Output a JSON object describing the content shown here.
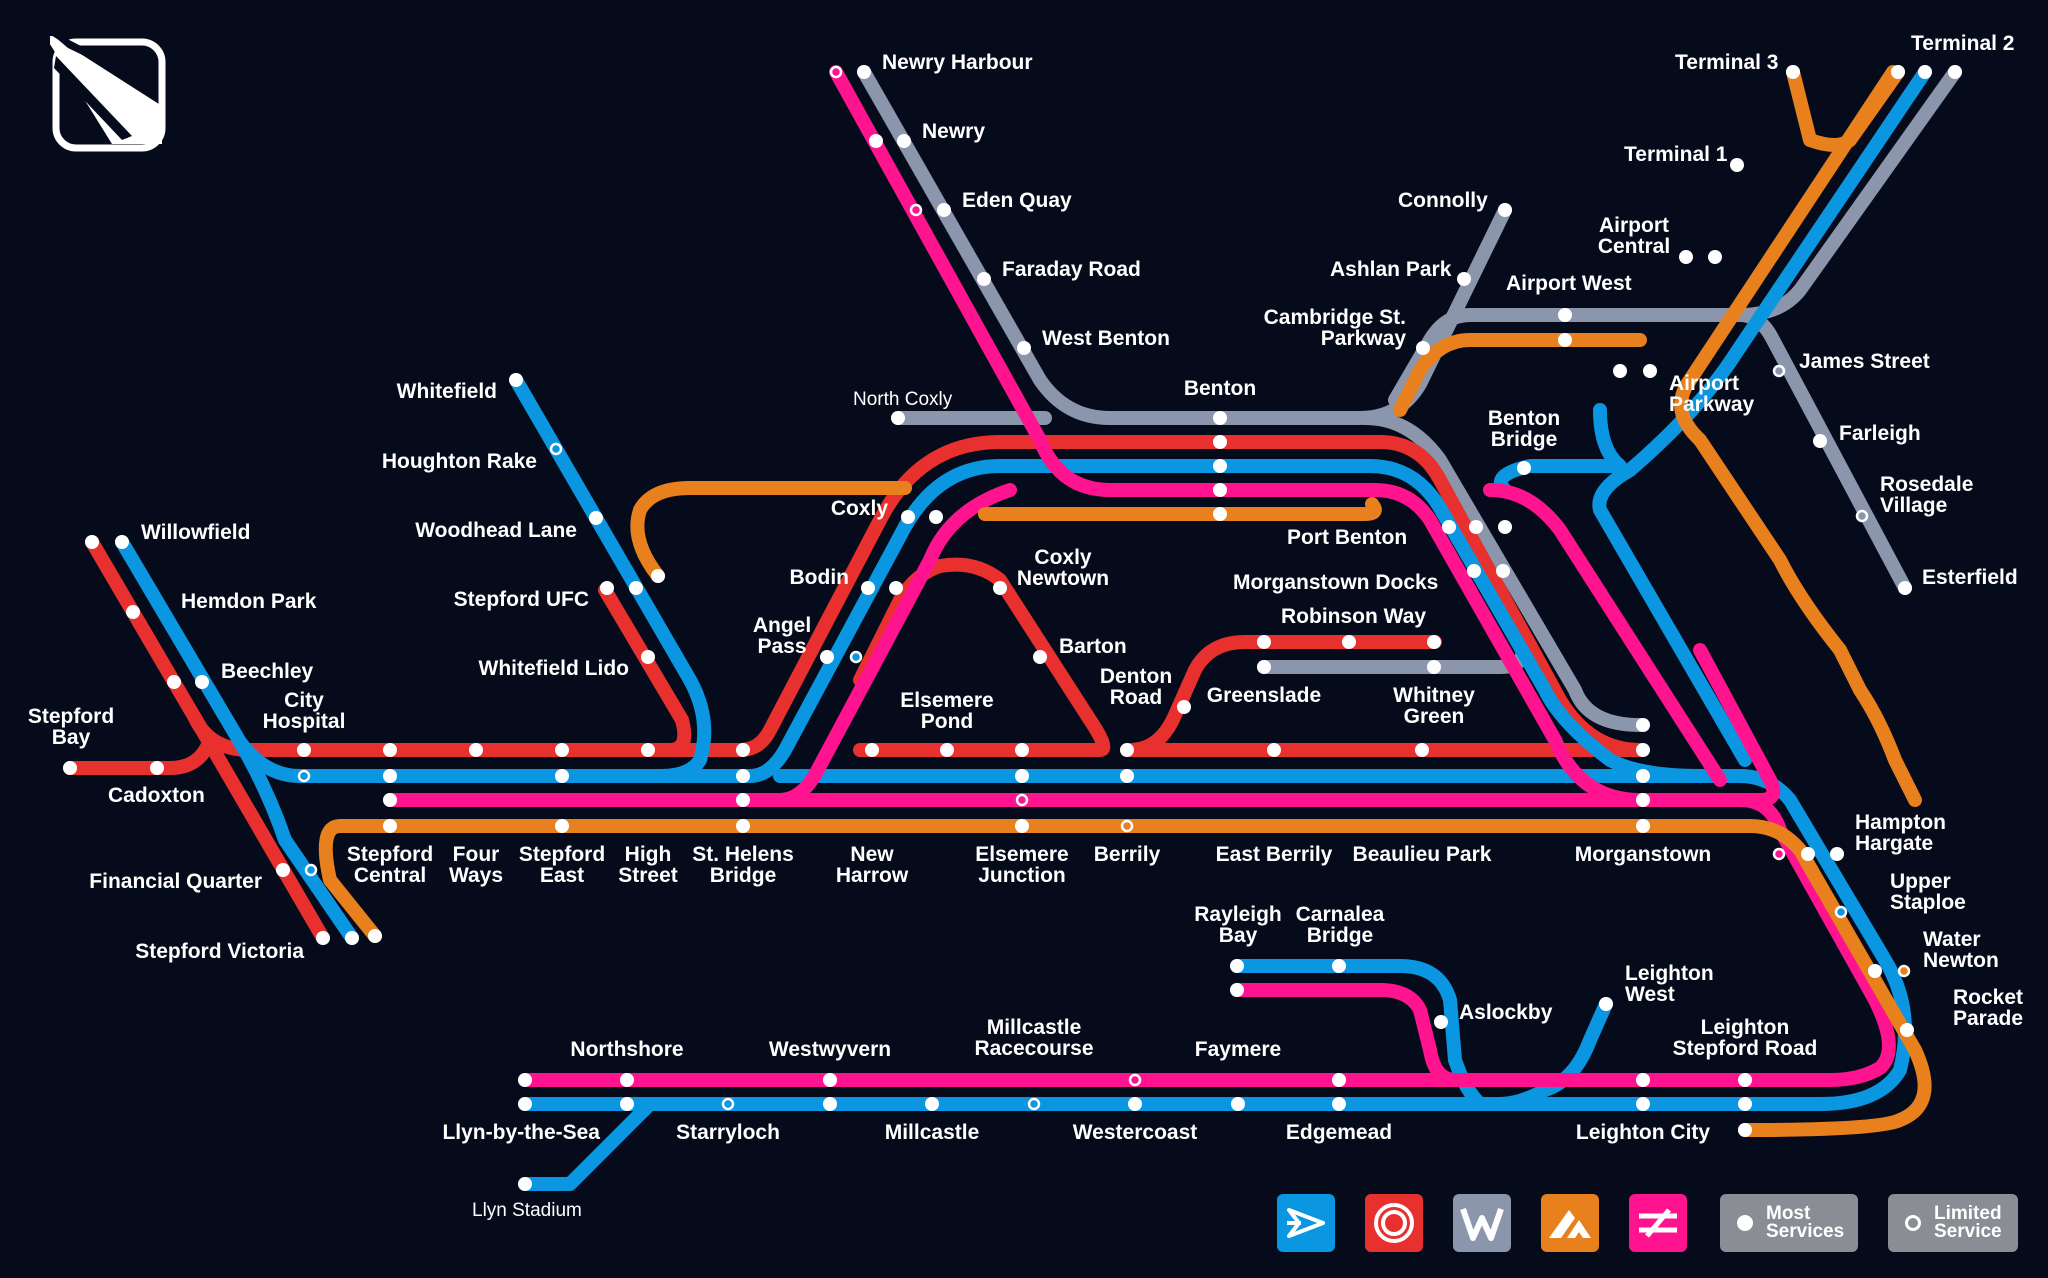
{
  "title": "",
  "colors": {
    "background": "#050b1a",
    "red": "#e8302f",
    "blue": "#0a96e0",
    "grey": "#8b96ad",
    "orange": "#e8801e",
    "pink": "#ff138e"
  },
  "stations": {
    "newry_harbour": "Newry Harbour",
    "newry": "Newry",
    "eden_quay": "Eden Quay",
    "faraday_road": "Faraday Road",
    "west_benton": "West Benton",
    "north_coxly": "North Coxly",
    "benton": "Benton",
    "connolly": "Connolly",
    "ashlan_park": "Ashlan Park",
    "cambridge_st_parkway": "Cambridge St.\nParkway",
    "airport_west": "Airport West",
    "airport_central": "Airport\nCentral",
    "terminal_1": "Terminal 1",
    "terminal_3": "Terminal 3",
    "terminal_2": "Terminal 2",
    "airport_parkway": "Airport\nParkway",
    "james_street": "James Street",
    "farleigh": "Farleigh",
    "rosedale_village": "Rosedale\nVillage",
    "esterfield": "Esterfield",
    "benton_bridge": "Benton\nBridge",
    "port_benton": "Port Benton",
    "morganstown_docks": "Morganstown Docks",
    "robinson_way": "Robinson Way",
    "greenslade": "Greenslade",
    "whitney_green": "Whitney\nGreen",
    "whitefield": "Whitefield",
    "houghton_rake": "Houghton Rake",
    "woodhead_lane": "Woodhead Lane",
    "stepford_ufc": "Stepford UFC",
    "whitefield_lido": "Whitefield Lido",
    "coxly": "Coxly",
    "coxly_newtown": "Coxly\nNewtown",
    "bodin": "Bodin",
    "angel_pass": "Angel\nPass",
    "barton": "Barton",
    "denton_road": "Denton\nRoad",
    "elsemere_pond": "Elsemere\nPond",
    "willowfield": "Willowfield",
    "hemdon_park": "Hemdon Park",
    "beechley": "Beechley",
    "city_hospital": "City\nHospital",
    "stepford_bay": "Stepford\nBay",
    "cadoxton": "Cadoxton",
    "financial_quarter": "Financial Quarter",
    "stepford_victoria": "Stepford Victoria",
    "stepford_central": "Stepford\nCentral",
    "four_ways": "Four\nWays",
    "stepford_east": "Stepford\nEast",
    "high_street": "High\nStreet",
    "st_helens_bridge": "St. Helens\nBridge",
    "new_harrow": "New\nHarrow",
    "elsemere_junction": "Elsemere\nJunction",
    "berrily": "Berrily",
    "east_berrily": "East Berrily",
    "beaulieu_park": "Beaulieu Park",
    "morganstown": "Morganstown",
    "hampton_hargate": "Hampton\nHargate",
    "upper_staploe": "Upper\nStaploe",
    "water_newton": "Water\nNewton",
    "rocket_parade": "Rocket\nParade",
    "rayleigh_bay": "Rayleigh\nBay",
    "carnalea_bridge": "Carnalea\nBridge",
    "aslockby": "Aslockby",
    "leighton_west": "Leighton\nWest",
    "leighton_stepford_road": "Leighton\nStepford Road",
    "northshore": "Northshore",
    "westwyvern": "Westwyvern",
    "millcastle_racecourse": "Millcastle\nRacecourse",
    "faymere": "Faymere",
    "llyn_by_the_sea": "Llyn-by-the-Sea",
    "starryloch": "Starryloch",
    "millcastle": "Millcastle",
    "westercoast": "Westercoast",
    "edgemead": "Edgemead",
    "leighton_city": "Leighton City",
    "llyn_stadium": "Llyn Stadium"
  },
  "legend": {
    "operators": [
      {
        "icon": "blue-arrow-logo-icon",
        "color": "#0a96e0"
      },
      {
        "icon": "red-ring-logo-icon",
        "color": "#e8302f"
      },
      {
        "icon": "grey-w-logo-icon",
        "color": "#8b96ad"
      },
      {
        "icon": "orange-chevron-logo-icon",
        "color": "#e8801e"
      },
      {
        "icon": "pink-rail-logo-icon",
        "color": "#ff138e"
      }
    ],
    "most_services": "Most\nServices",
    "limited_service": "Limited\nService"
  }
}
